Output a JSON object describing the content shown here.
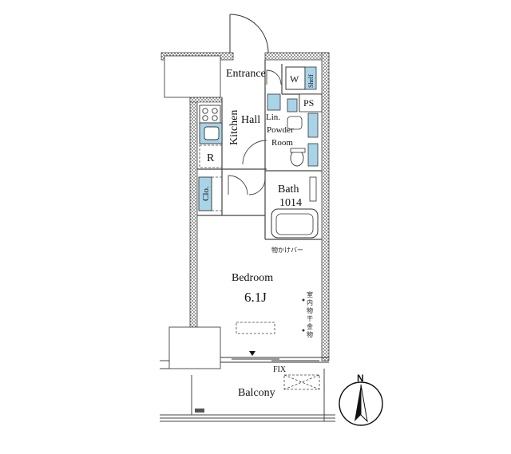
{
  "rooms": {
    "entrance": "Entrance",
    "hall": "Hall",
    "kitchen": "Kitchen",
    "washer": "W",
    "shelf": "Shelf",
    "ps": "PS",
    "lin_line1": "Lin.",
    "lin_line2": "Powder",
    "lin_line3": "Room",
    "refrigerator": "R",
    "closet": "Clo.",
    "bath": "Bath",
    "bath_size": "1014",
    "hanger_bar": "物かけバー",
    "bedroom": "Bedroom",
    "bedroom_size": "6.1J",
    "indoor_drying_1": "室内物干金物",
    "balcony": "Balcony",
    "fix": "FIX"
  },
  "compass": {
    "label": "N"
  },
  "colors": {
    "wall": "#9a9a9a",
    "fixture": "#a9d4e8",
    "line": "#333333"
  }
}
